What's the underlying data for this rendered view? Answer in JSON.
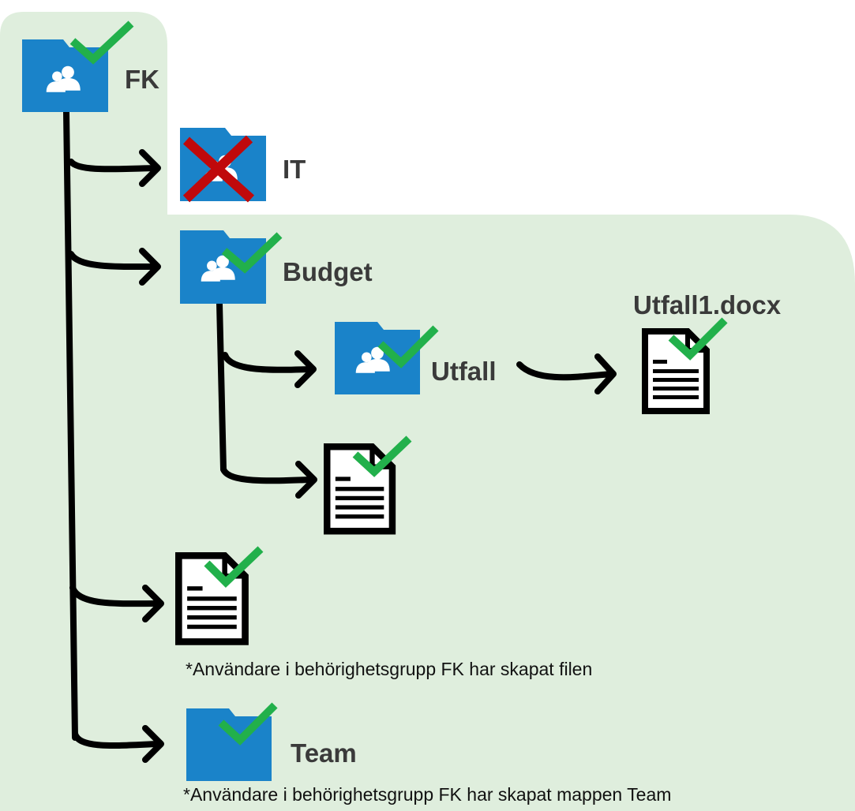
{
  "colors": {
    "background": "#dfeedd",
    "folder": "#1a83c9",
    "check": "#22b04b",
    "cross": "#c0090b",
    "arrow": "#000000",
    "text": "#3a3a3a"
  },
  "nodes": [
    {
      "id": "fk",
      "type": "folder-people",
      "label": "FK",
      "status": "allowed"
    },
    {
      "id": "it",
      "type": "folder",
      "label": "IT",
      "status": "denied"
    },
    {
      "id": "budget",
      "type": "folder-people",
      "label": "Budget",
      "status": "allowed"
    },
    {
      "id": "utfall",
      "type": "folder-people",
      "label": "Utfall",
      "status": "allowed"
    },
    {
      "id": "utfall1",
      "type": "document",
      "label": "Utfall1.docx",
      "status": "allowed"
    },
    {
      "id": "budget-doc",
      "type": "document",
      "label": "",
      "status": "allowed"
    },
    {
      "id": "fk-doc",
      "type": "document",
      "label": "",
      "status": "allowed"
    },
    {
      "id": "team",
      "type": "folder",
      "label": "Team",
      "status": "allowed"
    }
  ],
  "notes": {
    "file_note": "*Användare i behörighetsgrupp FK har skapat filen",
    "folder_note": "*Användare i behörighetsgrupp FK har skapat mappen Team"
  },
  "icons": {
    "allowed": "checkmark-icon",
    "denied": "cross-icon",
    "folder-people": "shared-folder-icon",
    "folder": "folder-icon",
    "document": "document-icon"
  }
}
